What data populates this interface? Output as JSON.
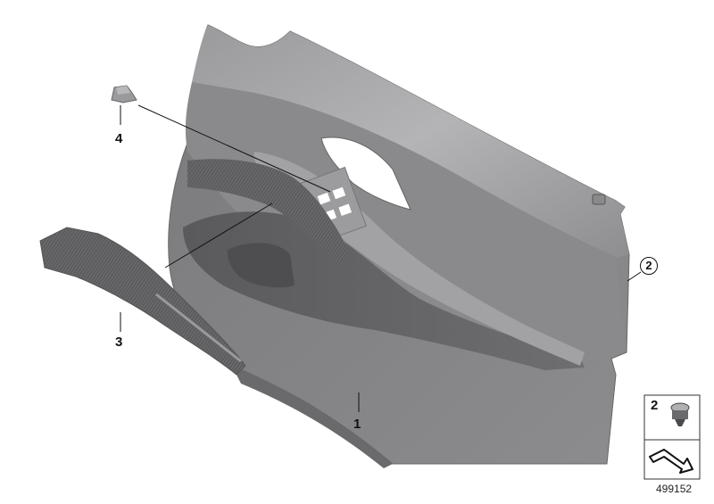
{
  "diagram": {
    "type": "parts-exploded-view",
    "subject": "Door trim panel assembly",
    "callouts": [
      {
        "id": "1",
        "label": "1",
        "part": "door-trim-panel"
      },
      {
        "id": "2",
        "label": "2",
        "part": "clip",
        "style": "circled"
      },
      {
        "id": "3",
        "label": "3",
        "part": "decorative-trim-strip"
      },
      {
        "id": "4",
        "label": "4",
        "part": "cap"
      }
    ],
    "legend_box": {
      "part_number_label": "2",
      "image_number": "499152"
    },
    "colors": {
      "panel_light": "#a9a9ab",
      "panel_mid": "#8a8a8c",
      "panel_dark": "#5e5e60",
      "line": "#111111",
      "background": "#ffffff"
    }
  }
}
